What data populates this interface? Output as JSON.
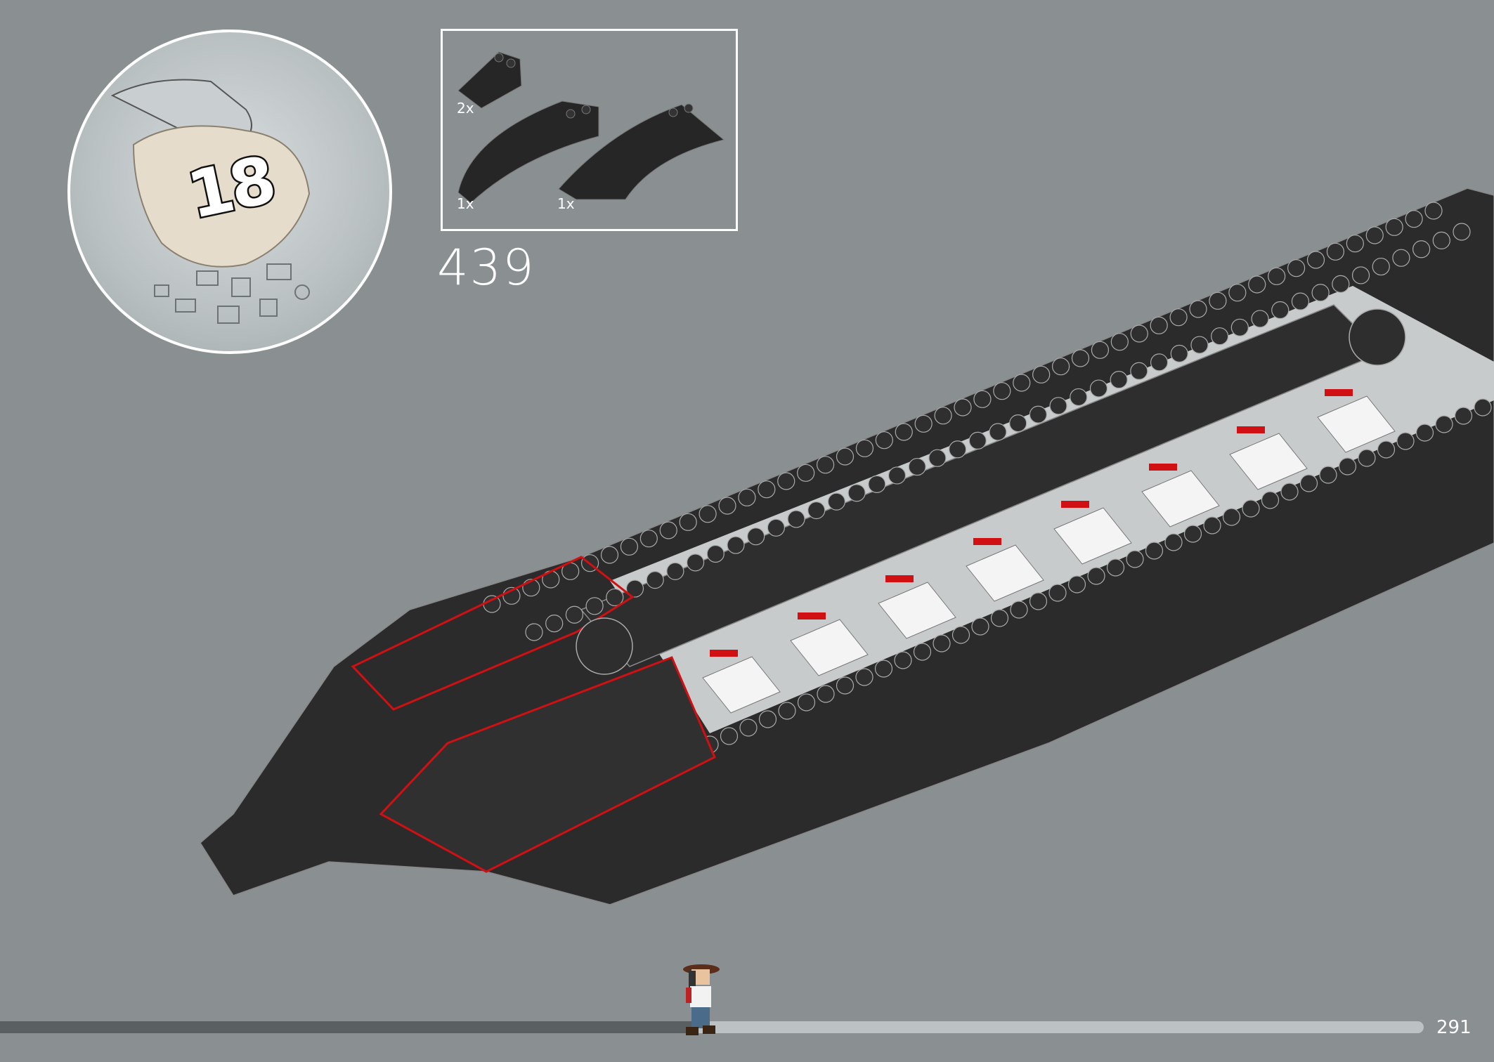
{
  "bag": {
    "number": "18"
  },
  "parts": [
    {
      "name": "slope-brick-2x3",
      "qty": "2x"
    },
    {
      "name": "curved-slope-6x2",
      "qty": "1x"
    },
    {
      "name": "curved-wedge-6x4",
      "qty": "1x"
    }
  ],
  "step": {
    "number": "439"
  },
  "page": {
    "number": "291"
  },
  "progress": {
    "fraction": 0.49
  },
  "colors": {
    "background": "#8a9092",
    "brick": "#2b2b2b",
    "highlight": "#d01012",
    "track": "#bcc2c4",
    "fill": "#5a5f61"
  }
}
